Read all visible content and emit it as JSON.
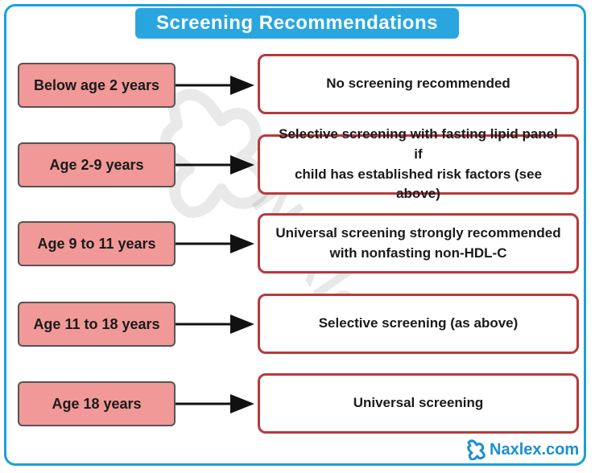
{
  "title": "Screening Recommendations",
  "rows": [
    {
      "age": "Below age 2 years",
      "recommendation": "No screening recommended"
    },
    {
      "age": "Age 2-9 years",
      "recommendation": "Selective screening with fasting lipid panel if\nchild has established risk factors (see above)"
    },
    {
      "age": "Age 9 to 11 years",
      "recommendation": "Universal screening strongly recommended\nwith nonfasting non-HDL-C"
    },
    {
      "age": "Age 11 to 18 years",
      "recommendation": "Selective screening (as above)"
    },
    {
      "age": "Age 18 years",
      "recommendation": "Universal screening"
    }
  ],
  "brand": "Naxlex.com",
  "watermark": "Naxlex",
  "colors": {
    "frame": "#1aa0dc",
    "title_bg": "#29a6e0",
    "age_fill": "#f19898",
    "rec_border": "#b83a3a",
    "brand_text": "#1a8fd4"
  }
}
